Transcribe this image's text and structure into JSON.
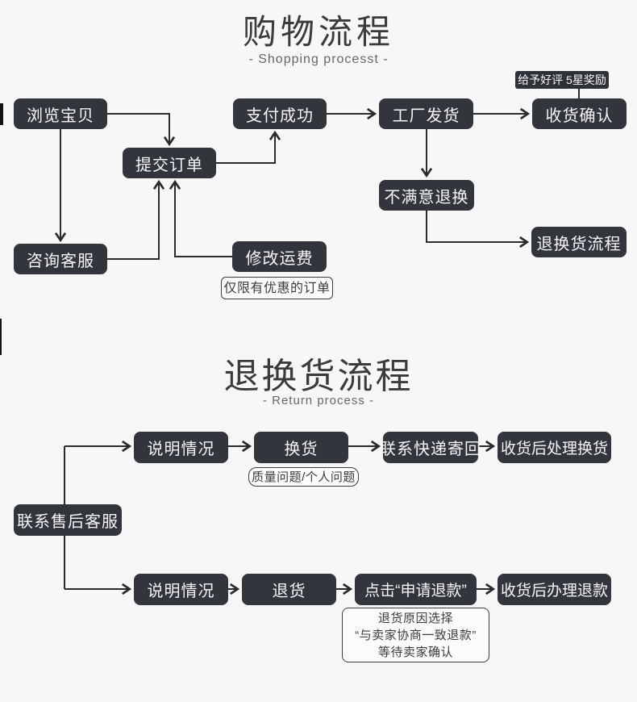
{
  "shopping": {
    "title": "购物流程",
    "subtitle": "- Shopping processt -",
    "badge": "给予好评 5星奖励",
    "nodes": {
      "browse": "浏览宝贝",
      "submit_order": "提交订单",
      "pay_success": "支付成功",
      "factory_ship": "工厂发货",
      "receive_confirm": "收货确认",
      "consult_service": "咨询客服",
      "modify_shipping": "修改运费",
      "dissatisfied_return": "不满意退换",
      "return_flow": "退换货流程"
    },
    "notes": {
      "modify_shipping_note": "仅限有优惠的订单"
    }
  },
  "return": {
    "title": "退换货流程",
    "subtitle": "- Return process -",
    "nodes": {
      "contact_after_sales": "联系售后客服",
      "explain_exchange": "说明情况",
      "exchange": "换货",
      "contact_courier": "联系快递寄回",
      "handle_exchange": "收货后处理换货",
      "explain_refund": "说明情况",
      "return_goods": "退货",
      "click_apply_refund": "点击“申请退款”",
      "handle_refund": "收货后办理退款"
    },
    "notes": {
      "exchange_note": "质量问题/个人问题",
      "refund_note_line1": "退货原因选择",
      "refund_note_line2": "“与卖家协商一致退款”",
      "refund_note_line3": "等待卖家确认"
    }
  },
  "colors": {
    "background": "#f7f7f7",
    "node_fill": "#33353c",
    "node_text": "#f6f6f6",
    "line": "#2b2b2b"
  }
}
